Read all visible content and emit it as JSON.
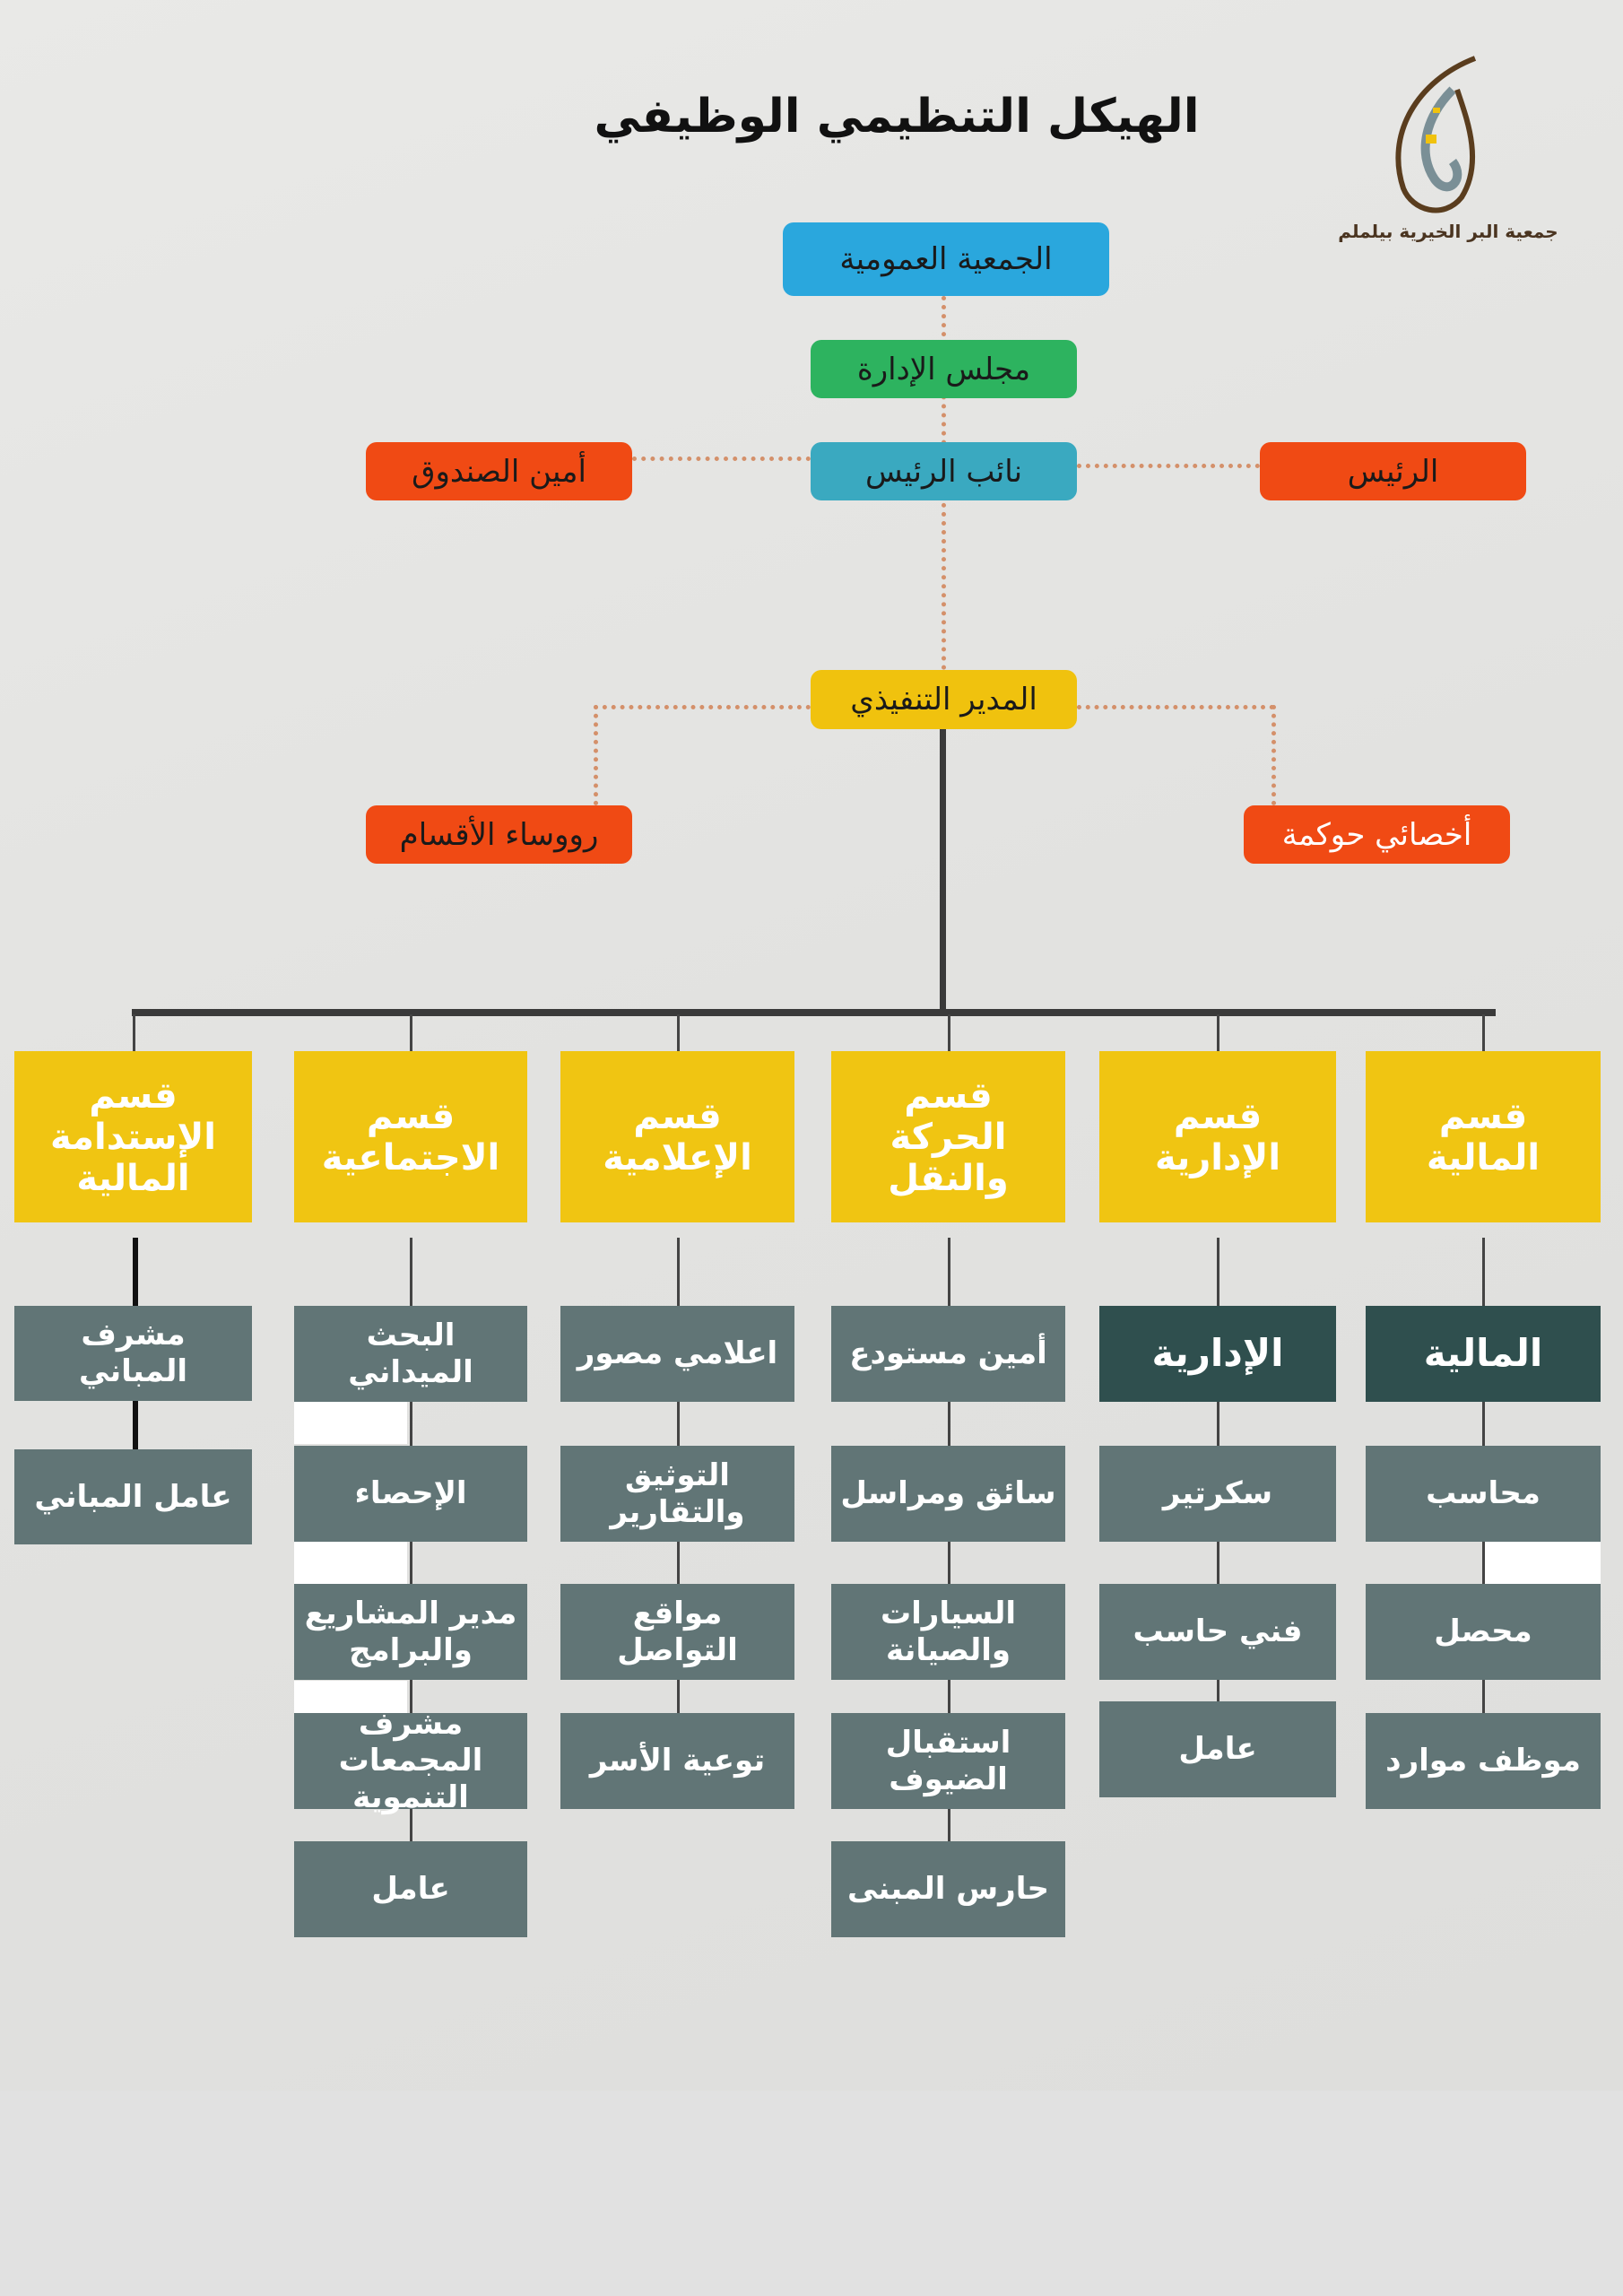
{
  "title": "الهيكل التنظيمي الوظيفي",
  "logo": {
    "caption": "جمعية البر الخيرية بيلملم"
  },
  "colors": {
    "blue": "#2aa7dd",
    "green": "#2db35f",
    "teal": "#3aa9c0",
    "orange": "#f04a14",
    "yellow": "#f0c20e",
    "dept": "#f0c512",
    "sub": "#617576",
    "subhead": "#2f4f4e"
  },
  "top": {
    "general_assembly": "الجمعية العمومية",
    "board": "مجلس الإدارة",
    "vice_president": "نائب الرئيس",
    "treasurer": "أمين الصندوق",
    "president": "الرئيس",
    "executive_director": "المدير التنفيذي",
    "department_heads": "رووساء الأقسام",
    "governance_specialist": "أخصائي حوكمة"
  },
  "departments": [
    {
      "l1": "قسم",
      "l2": "المالية",
      "subs": [
        "المالية",
        "محاسب",
        "محصل",
        "موظف موارد"
      ],
      "head": true
    },
    {
      "l1": "قسم",
      "l2": "الإدارية",
      "subs": [
        "الإدارية",
        "سكرتير",
        "فني حاسب",
        "عامل"
      ],
      "head": true
    },
    {
      "l1": "قسم",
      "l2": "الحركة والنقل",
      "subs": [
        "أمين مستودع",
        "سائق ومراسل",
        "السيارات والصيانة",
        "استقبال الضيوف",
        "حارس المبنى"
      ]
    },
    {
      "l1": "قسم",
      "l2": "الإعلامية",
      "subs": [
        "اعلامي مصور",
        "التوثيق والتقارير",
        "مواقع التواصل",
        "توعية الأسر"
      ]
    },
    {
      "l1": "قسم",
      "l2": "الاجتماعية",
      "subs": [
        "البحث الميداني",
        "الإحصاء",
        "مدير المشاريع والبرامج",
        "مشرف المجمعات التنموية",
        "عامل"
      ]
    },
    {
      "l1": "قسم",
      "l2": "الإستدامة المالية",
      "subs": [
        "مشرف المباني",
        "عامل المباني"
      ]
    }
  ]
}
